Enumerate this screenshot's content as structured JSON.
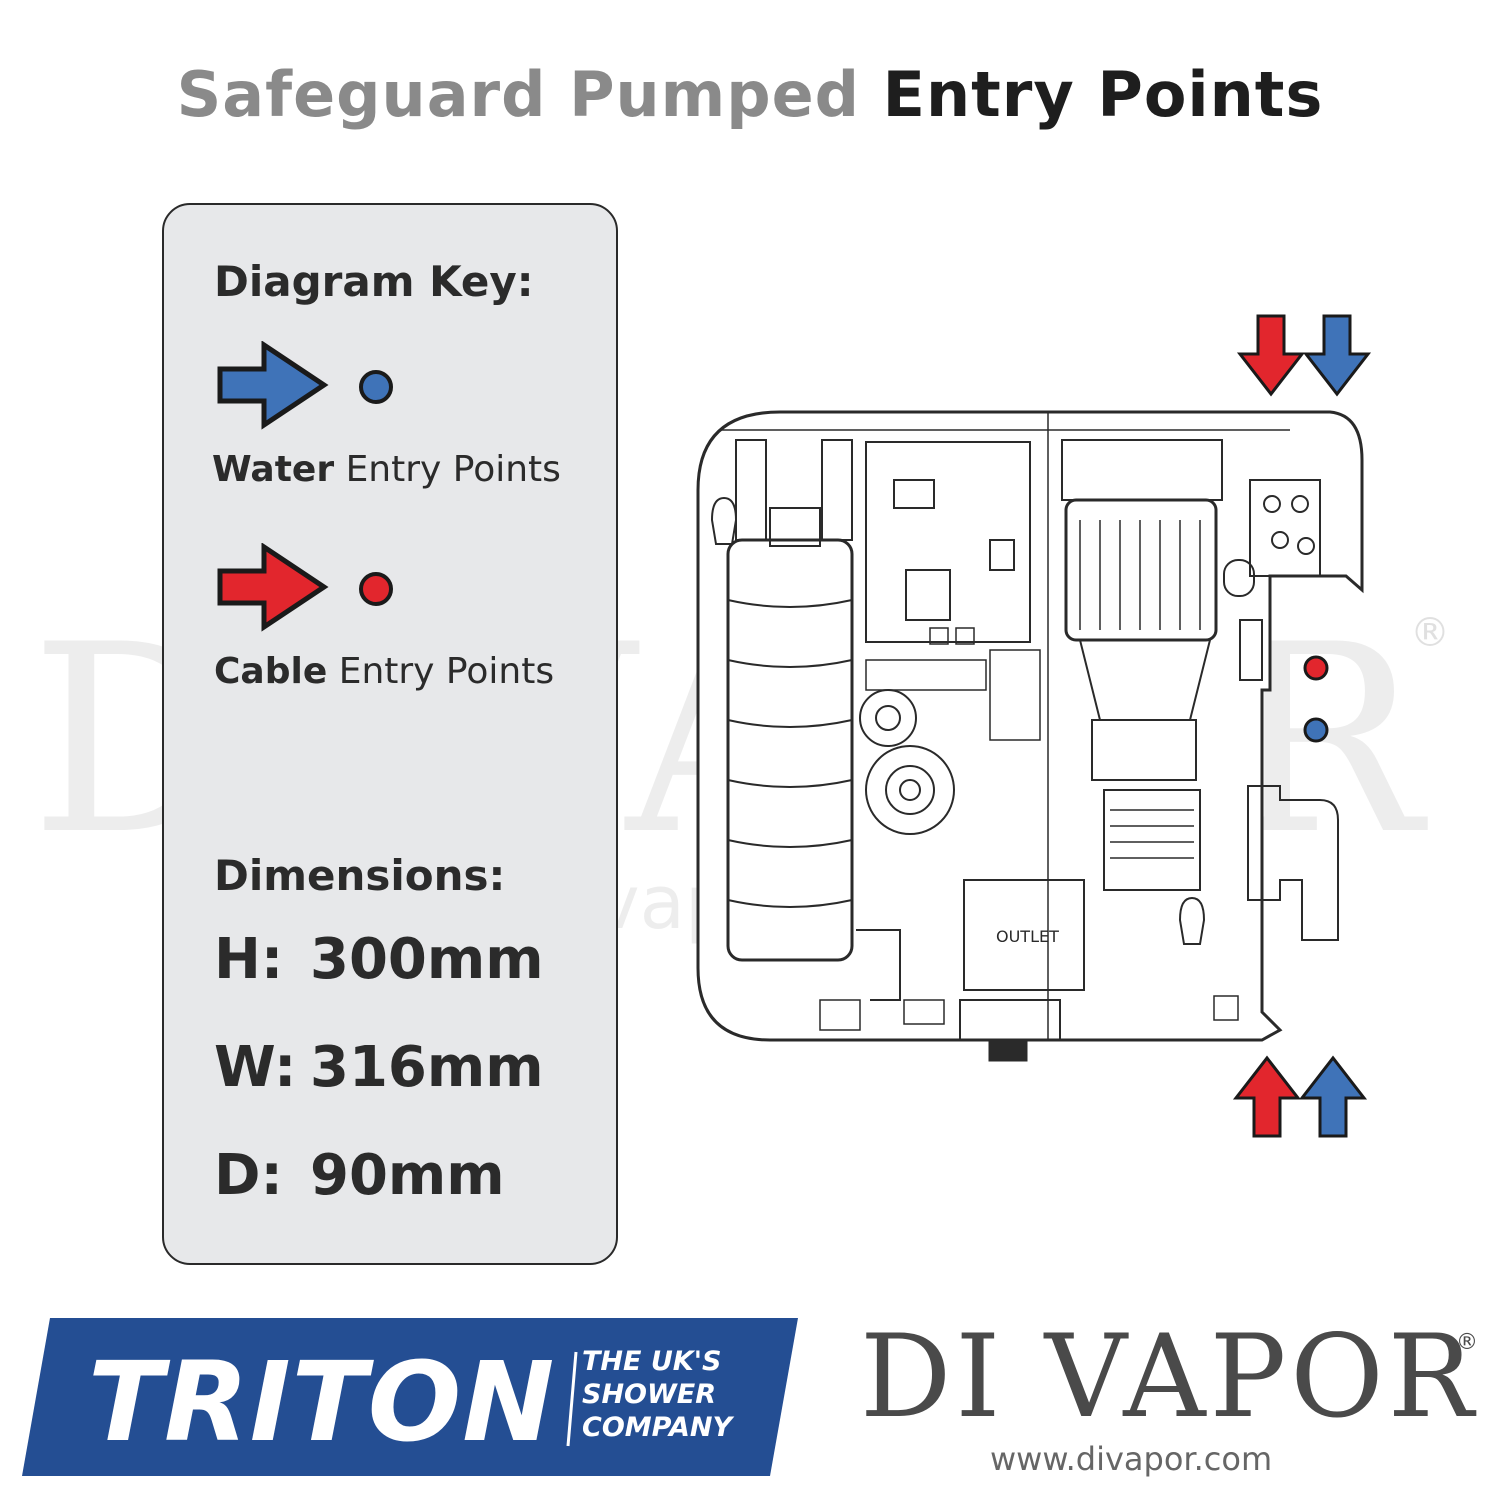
{
  "title": {
    "part1": "Safeguard Pumped",
    "part2": "Entry Points"
  },
  "watermark": {
    "text": "DI VAPOR",
    "url": "www.divapor.com",
    "reg": "®"
  },
  "key": {
    "heading": "Diagram Key:",
    "water": {
      "bold": "Water",
      "rest": "Entry Points",
      "color": "#3f73b8"
    },
    "cable": {
      "bold": "Cable",
      "rest": "Entry Points",
      "color": "#e2262d"
    }
  },
  "dimensions": {
    "heading": "Dimensions:",
    "items": [
      {
        "key": "H:",
        "value": "300mm"
      },
      {
        "key": "W:",
        "value": "316mm"
      },
      {
        "key": "D:",
        "value": "90mm"
      }
    ]
  },
  "device": {
    "outlet_label": "OUTLET"
  },
  "triton": {
    "name": "TRITON",
    "tagline": [
      "THE UK'S",
      "SHOWER",
      "COMPANY"
    ],
    "color": "#244e93"
  },
  "brand": {
    "name": "DI VAPOR",
    "reg": "®",
    "url": "www.divapor.com"
  }
}
